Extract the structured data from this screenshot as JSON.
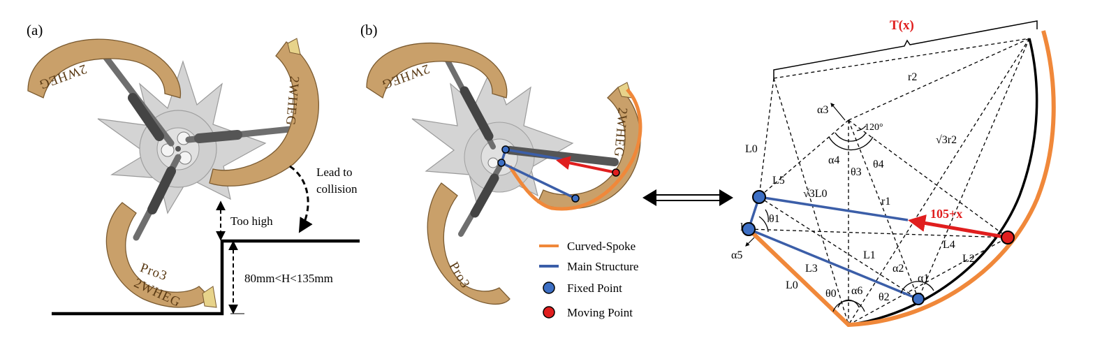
{
  "panels": {
    "a": {
      "label": "(a)",
      "spoke_text": [
        "2WHEG",
        "Pro3"
      ],
      "annotations": {
        "too_high": "Too high",
        "lead_to": "Lead to",
        "collision": "collision",
        "height_range": "80mm<H<135mm"
      }
    },
    "b": {
      "label": "(b)",
      "legend": [
        {
          "label": "Curved-Spoke",
          "color": "#f0883a",
          "kind": "line"
        },
        {
          "label": "Main Structure",
          "color": "#3b5ea8",
          "kind": "line"
        },
        {
          "label": "Fixed Point",
          "color": "#3d6fc4",
          "kind": "dot"
        },
        {
          "label": "Moving Point",
          "color": "#e01e1e",
          "kind": "dot"
        }
      ]
    },
    "c": {
      "title": "T(x)",
      "force_label": "105+x",
      "labels": {
        "r2": "r2",
        "alpha3": "α3",
        "angle120": "120°",
        "sqrt3r2": "√3r2",
        "L0_top": "L0",
        "alpha4": "α4",
        "theta3": "θ3",
        "theta4": "θ4",
        "L5": "L5",
        "sqrt3L0": "√3L0",
        "r1": "r1",
        "l": "l",
        "theta1": "θ1",
        "alpha5": "α5",
        "L4": "L4",
        "L1": "L1",
        "L2": "L2",
        "L3": "L3",
        "alpha2": "α2",
        "alpha1": "α1",
        "L0_bottom": "L0",
        "theta0": "θ0",
        "alpha6": "α6",
        "theta2": "θ2"
      }
    }
  },
  "colors": {
    "spoke_wood": "#c9a06a",
    "spoke_dark": "#9a7443",
    "curved_spoke": "#f0883a",
    "main_structure": "#3b5ea8",
    "fixed_point": "#3d6fc4",
    "moving_point": "#e01e1e"
  }
}
